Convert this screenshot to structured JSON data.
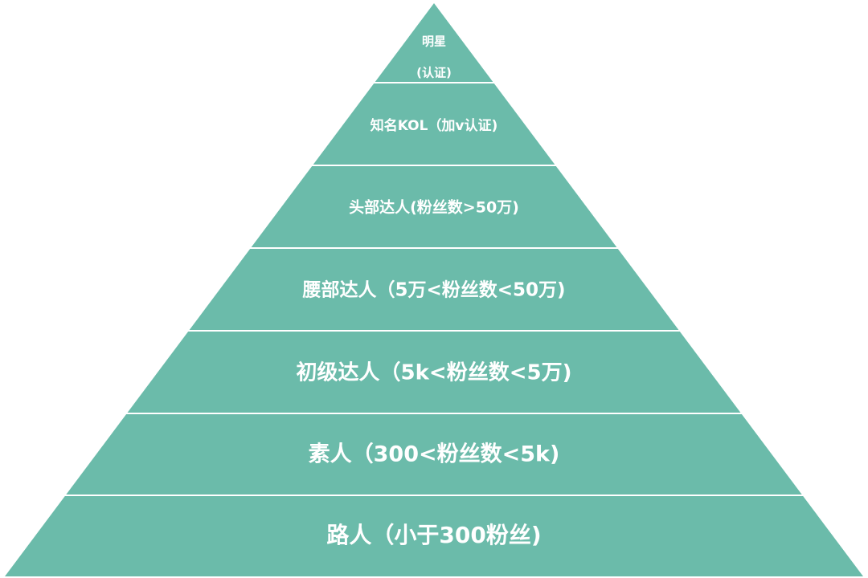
{
  "diagram": {
    "type": "pyramid",
    "fill_color": "#6bbbaa",
    "divider_color": "#ffffff",
    "tiers": [
      {
        "lines": [
          "明星",
          "(认证)"
        ]
      },
      {
        "lines": [
          "知名KOL（加v认证)"
        ]
      },
      {
        "lines": [
          "头部达人(粉丝数>50万)"
        ]
      },
      {
        "lines": [
          "腰部达人（5万<粉丝数<50万)"
        ]
      },
      {
        "lines": [
          "初级达人（5k<粉丝数<5万)"
        ]
      },
      {
        "lines": [
          "素人（300<粉丝数<5k)"
        ]
      },
      {
        "lines": [
          "路人（小于300粉丝)"
        ]
      }
    ]
  }
}
